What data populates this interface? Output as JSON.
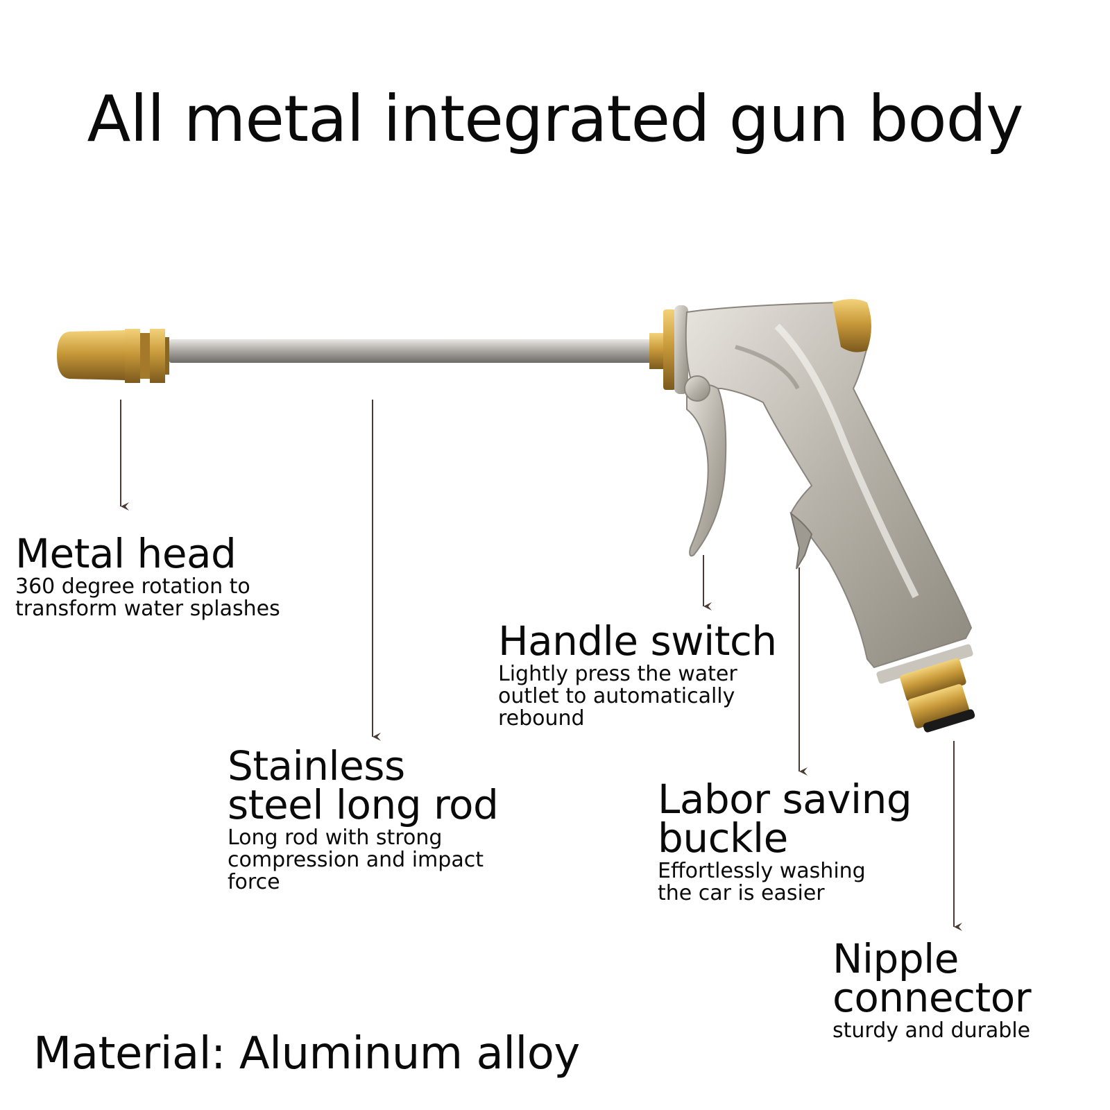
{
  "title": "All metal integrated gun body",
  "labels": {
    "metal_head": {
      "title": "Metal head",
      "desc": [
        "360 degree rotation to",
        "transform water splashes"
      ]
    },
    "rod": {
      "title": [
        "Stainless",
        "steel long rod"
      ],
      "desc": [
        "Long rod with strong",
        "compression and impact",
        "force"
      ]
    },
    "handle_switch": {
      "title": "Handle switch",
      "desc": [
        "Lightly press the water",
        "outlet to automatically",
        "rebound"
      ]
    },
    "buckle": {
      "title": [
        "Labor saving",
        "buckle"
      ],
      "desc": [
        "Effortlessly washing",
        "the car is easier"
      ]
    },
    "nipple": {
      "title": [
        "Nipple",
        "connector"
      ],
      "desc": [
        "sturdy and durable"
      ]
    }
  },
  "material": "Material: Aluminum alloy",
  "colors": {
    "brass": "#c99a3a",
    "silver": "#b9b4ab",
    "arrow": "#4a3a33",
    "text": "#0a0a0a"
  },
  "icons": {
    "product": "hose-spray-gun-illustration",
    "pointer": "down-arrow-icon"
  }
}
